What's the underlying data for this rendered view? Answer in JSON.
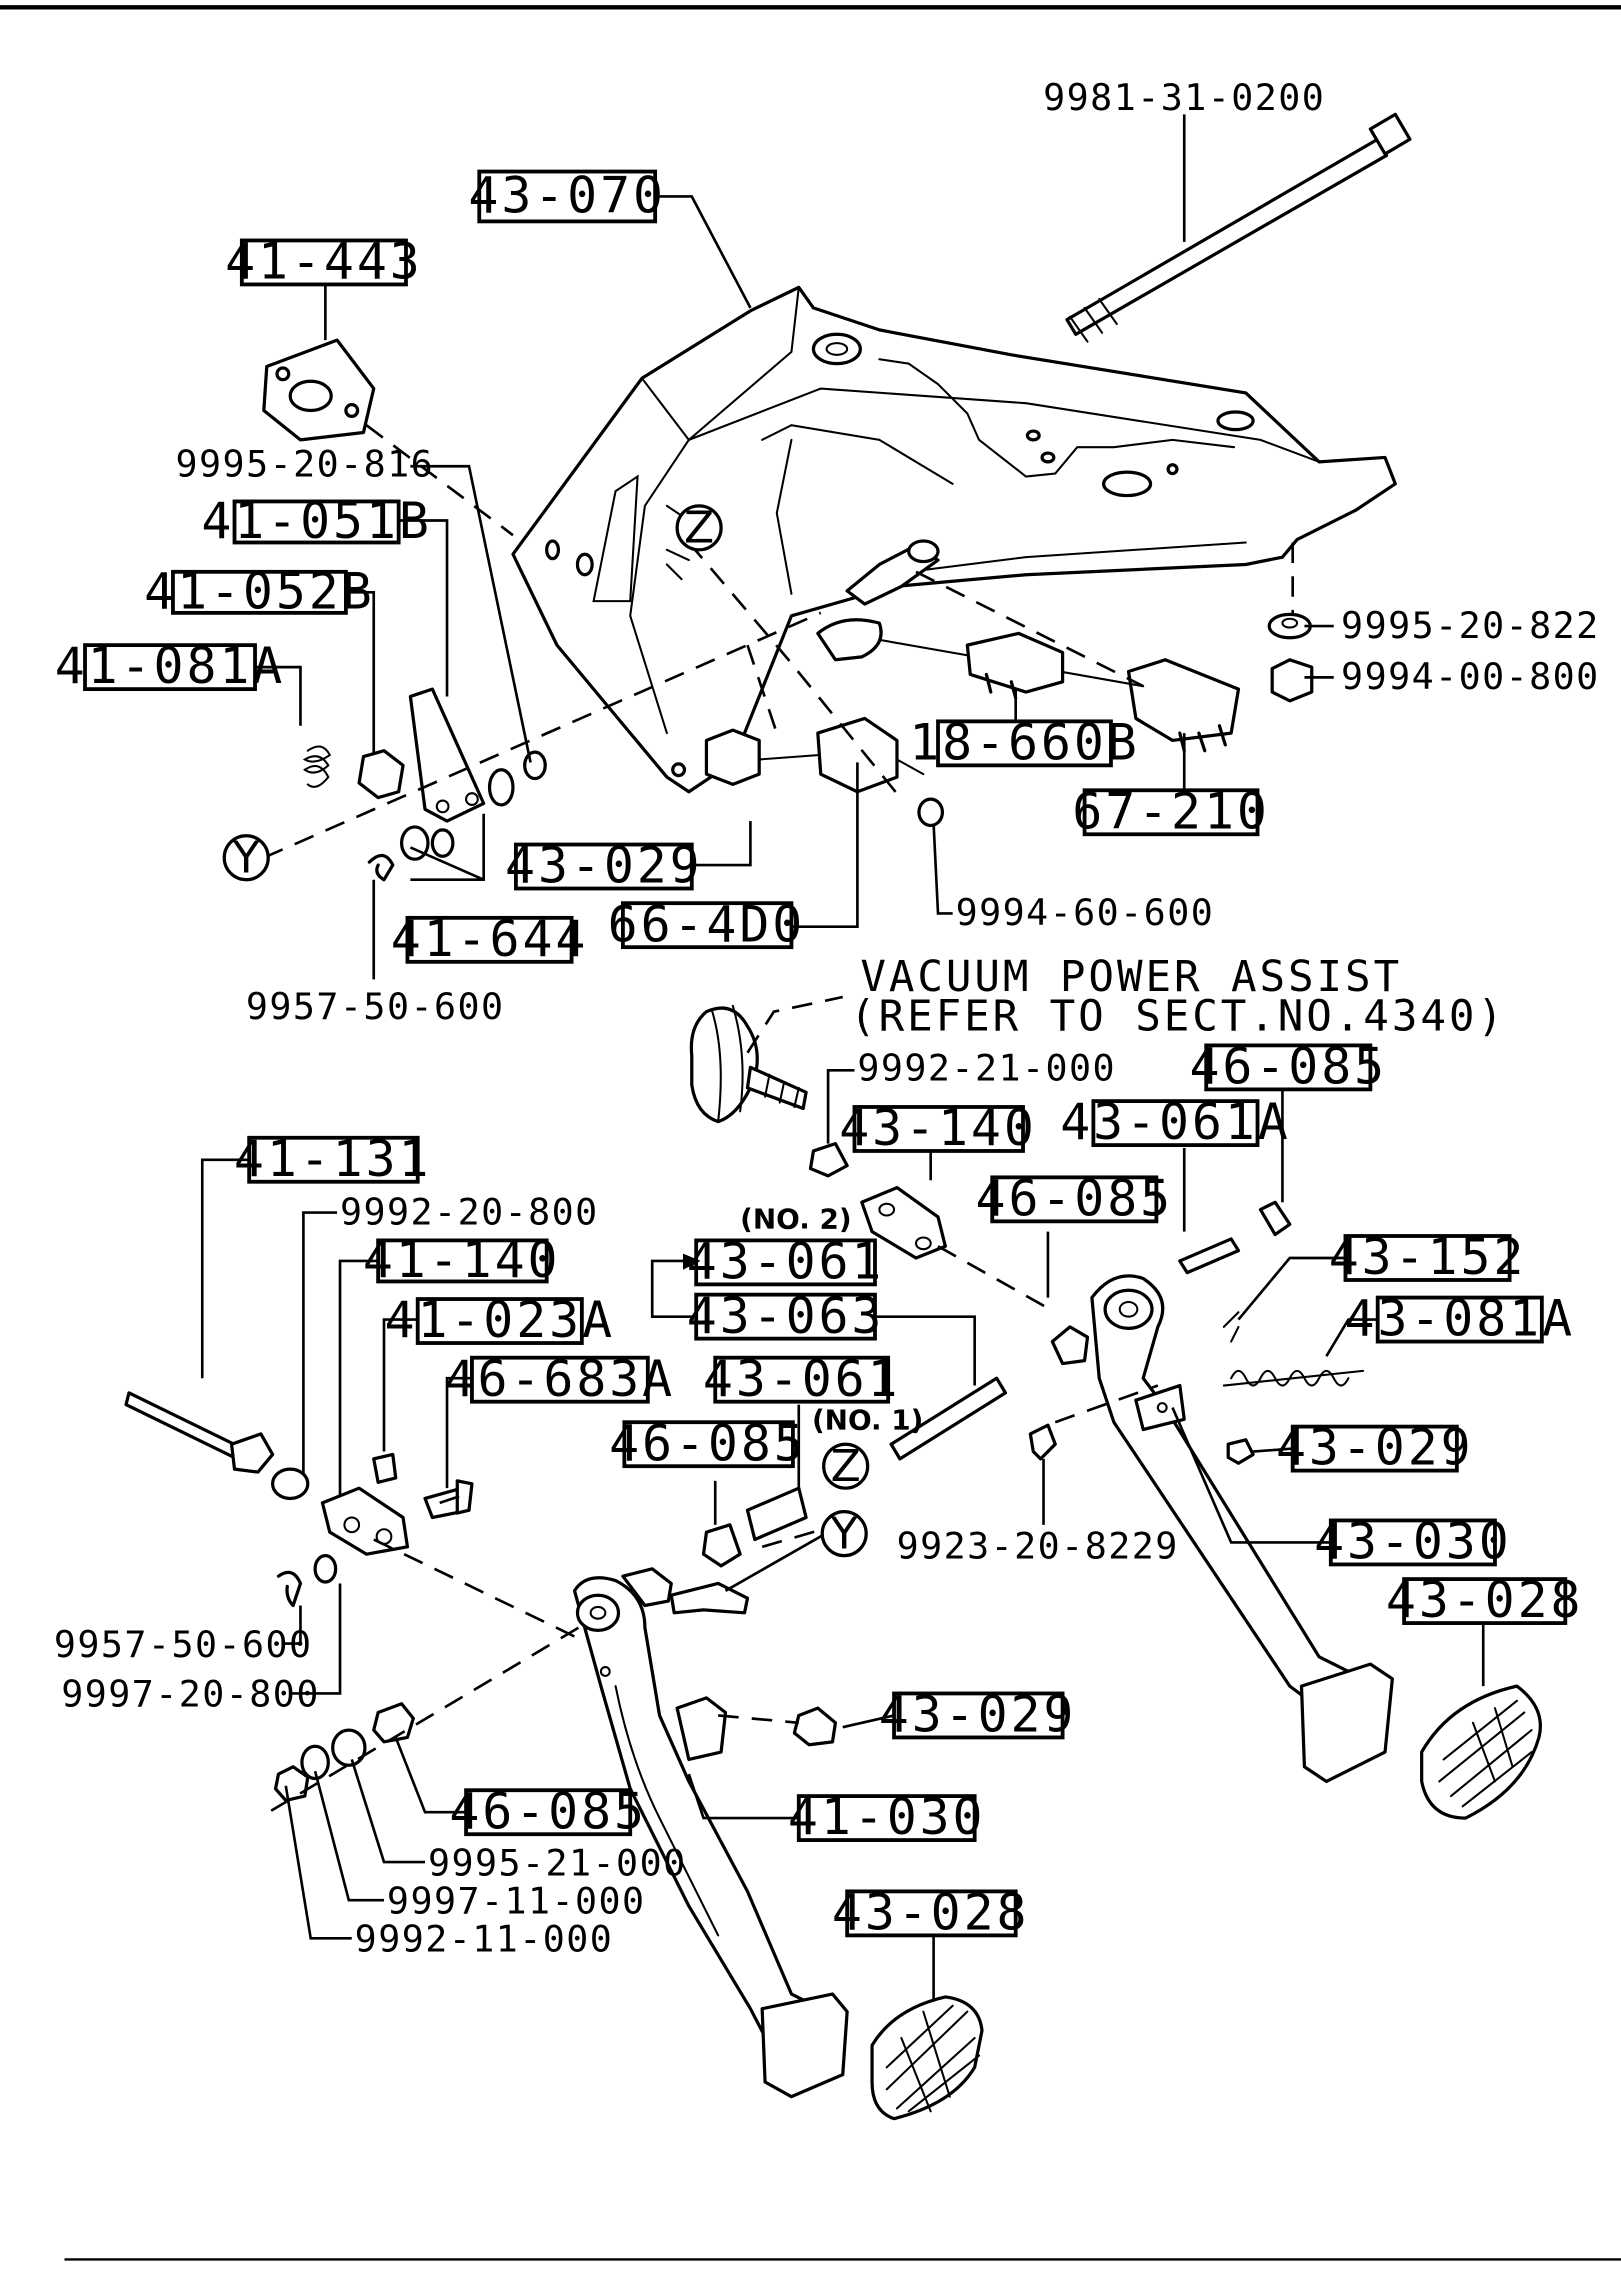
{
  "boxed_labels": [
    {
      "id": "l-43-070",
      "text": "43-070"
    },
    {
      "id": "l-41-443",
      "text": "41-443"
    },
    {
      "id": "l-41-051b",
      "text": "41-051B"
    },
    {
      "id": "l-41-052b",
      "text": "41-052B"
    },
    {
      "id": "l-41-081a",
      "text": "41-081A"
    },
    {
      "id": "l-18-660b",
      "text": "18-660B"
    },
    {
      "id": "l-67-210",
      "text": "67-210"
    },
    {
      "id": "l-43-029-a",
      "text": "43-029"
    },
    {
      "id": "l-41-644",
      "text": "41-644"
    },
    {
      "id": "l-66-4d0",
      "text": "66-4D0"
    },
    {
      "id": "l-46-085-a",
      "text": "46-085"
    },
    {
      "id": "l-43-140",
      "text": "43-140"
    },
    {
      "id": "l-43-061a",
      "text": "43-061A"
    },
    {
      "id": "l-46-085-b",
      "text": "46-085"
    },
    {
      "id": "l-41-131",
      "text": "41-131"
    },
    {
      "id": "l-41-140",
      "text": "41-140"
    },
    {
      "id": "l-43-061-no2",
      "text": "43-061"
    },
    {
      "id": "l-43-063",
      "text": "43-063"
    },
    {
      "id": "l-43-152",
      "text": "43-152"
    },
    {
      "id": "l-43-081a",
      "text": "43-081A"
    },
    {
      "id": "l-41-023a",
      "text": "41-023A"
    },
    {
      "id": "l-46-683a",
      "text": "46-683A"
    },
    {
      "id": "l-43-061-no1",
      "text": "43-061"
    },
    {
      "id": "l-46-085-c",
      "text": "46-085"
    },
    {
      "id": "l-43-029-b",
      "text": "43-029"
    },
    {
      "id": "l-43-030",
      "text": "43-030"
    },
    {
      "id": "l-43-028-a",
      "text": "43-028"
    },
    {
      "id": "l-43-029-c",
      "text": "43-029"
    },
    {
      "id": "l-46-085-d",
      "text": "46-085"
    },
    {
      "id": "l-41-030",
      "text": "41-030"
    },
    {
      "id": "l-43-028-b",
      "text": "43-028"
    }
  ],
  "part_numbers": [
    {
      "id": "n-9981-31-0200",
      "text": "9981-31-0200"
    },
    {
      "id": "n-9995-20-816",
      "text": "9995-20-816"
    },
    {
      "id": "n-9995-20-822",
      "text": "9995-20-822"
    },
    {
      "id": "n-9994-00-800",
      "text": "9994-00-800"
    },
    {
      "id": "n-9994-60-600",
      "text": "9994-60-600"
    },
    {
      "id": "n-9957-50-600-a",
      "text": "9957-50-600"
    },
    {
      "id": "n-9992-21-000",
      "text": "9992-21-000"
    },
    {
      "id": "n-9992-20-800",
      "text": "9992-20-800"
    },
    {
      "id": "n-9923-20-8229",
      "text": "9923-20-8229"
    },
    {
      "id": "n-9957-50-600-b",
      "text": "9957-50-600"
    },
    {
      "id": "n-9997-20-800",
      "text": "9997-20-800"
    },
    {
      "id": "n-9995-21-000",
      "text": "9995-21-000"
    },
    {
      "id": "n-9997-11-000",
      "text": "9997-11-000"
    },
    {
      "id": "n-9992-11-000",
      "text": "9992-11-000"
    }
  ],
  "notes": {
    "vacuum_line1": "VACUUM POWER ASSIST",
    "vacuum_line2": "(REFER TO SECT.NO.4340)",
    "no2": "(NO. 2)",
    "no1": "(NO. 1)"
  },
  "reference_markers": {
    "y_left": "Y",
    "z_bracket": "Z",
    "z_pedal": "Z",
    "y_pedal": "Y"
  }
}
